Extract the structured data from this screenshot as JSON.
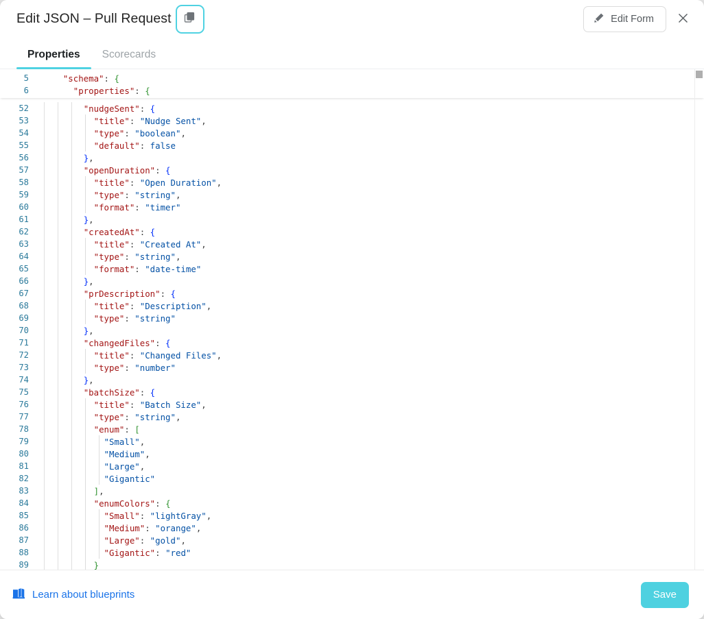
{
  "header": {
    "title": "Edit JSON – Pull Request",
    "copy_icon": "copy-icon",
    "edit_form_label": "Edit Form",
    "pencil_icon": "pencil-icon",
    "close_icon": "close-icon",
    "focus_ring_color": "#4fd2e2"
  },
  "tabs": [
    {
      "label": "Properties",
      "active": true
    },
    {
      "label": "Scorecards",
      "active": false
    }
  ],
  "editor": {
    "sticky_lines": [
      {
        "num": "5",
        "indent": 2,
        "tokens": [
          {
            "t": "\"schema\"",
            "c": "k"
          },
          {
            "t": ": ",
            "c": "p"
          },
          {
            "t": "{",
            "c": "b2"
          }
        ]
      },
      {
        "num": "6",
        "indent": 3,
        "tokens": [
          {
            "t": "\"properties\"",
            "c": "k"
          },
          {
            "t": ": ",
            "c": "p"
          },
          {
            "t": "{",
            "c": "b2"
          }
        ]
      }
    ],
    "lines": [
      {
        "num": "52",
        "indent": 4,
        "tokens": [
          {
            "t": "\"nudgeSent\"",
            "c": "k"
          },
          {
            "t": ": ",
            "c": "p"
          },
          {
            "t": "{",
            "c": "b1"
          }
        ]
      },
      {
        "num": "53",
        "indent": 5,
        "tokens": [
          {
            "t": "\"title\"",
            "c": "k"
          },
          {
            "t": ": ",
            "c": "p"
          },
          {
            "t": "\"Nudge Sent\"",
            "c": "s"
          },
          {
            "t": ",",
            "c": "p"
          }
        ]
      },
      {
        "num": "54",
        "indent": 5,
        "tokens": [
          {
            "t": "\"type\"",
            "c": "k"
          },
          {
            "t": ": ",
            "c": "p"
          },
          {
            "t": "\"boolean\"",
            "c": "s"
          },
          {
            "t": ",",
            "c": "p"
          }
        ]
      },
      {
        "num": "55",
        "indent": 5,
        "tokens": [
          {
            "t": "\"default\"",
            "c": "k"
          },
          {
            "t": ": ",
            "c": "p"
          },
          {
            "t": "false",
            "c": "bl"
          }
        ]
      },
      {
        "num": "56",
        "indent": 4,
        "tokens": [
          {
            "t": "}",
            "c": "b1"
          },
          {
            "t": ",",
            "c": "p"
          }
        ]
      },
      {
        "num": "57",
        "indent": 4,
        "tokens": [
          {
            "t": "\"openDuration\"",
            "c": "k"
          },
          {
            "t": ": ",
            "c": "p"
          },
          {
            "t": "{",
            "c": "b1"
          }
        ]
      },
      {
        "num": "58",
        "indent": 5,
        "tokens": [
          {
            "t": "\"title\"",
            "c": "k"
          },
          {
            "t": ": ",
            "c": "p"
          },
          {
            "t": "\"Open Duration\"",
            "c": "s"
          },
          {
            "t": ",",
            "c": "p"
          }
        ]
      },
      {
        "num": "59",
        "indent": 5,
        "tokens": [
          {
            "t": "\"type\"",
            "c": "k"
          },
          {
            "t": ": ",
            "c": "p"
          },
          {
            "t": "\"string\"",
            "c": "s"
          },
          {
            "t": ",",
            "c": "p"
          }
        ]
      },
      {
        "num": "60",
        "indent": 5,
        "tokens": [
          {
            "t": "\"format\"",
            "c": "k"
          },
          {
            "t": ": ",
            "c": "p"
          },
          {
            "t": "\"timer\"",
            "c": "s"
          }
        ]
      },
      {
        "num": "61",
        "indent": 4,
        "tokens": [
          {
            "t": "}",
            "c": "b1"
          },
          {
            "t": ",",
            "c": "p"
          }
        ]
      },
      {
        "num": "62",
        "indent": 4,
        "tokens": [
          {
            "t": "\"createdAt\"",
            "c": "k"
          },
          {
            "t": ": ",
            "c": "p"
          },
          {
            "t": "{",
            "c": "b1"
          }
        ]
      },
      {
        "num": "63",
        "indent": 5,
        "tokens": [
          {
            "t": "\"title\"",
            "c": "k"
          },
          {
            "t": ": ",
            "c": "p"
          },
          {
            "t": "\"Created At\"",
            "c": "s"
          },
          {
            "t": ",",
            "c": "p"
          }
        ]
      },
      {
        "num": "64",
        "indent": 5,
        "tokens": [
          {
            "t": "\"type\"",
            "c": "k"
          },
          {
            "t": ": ",
            "c": "p"
          },
          {
            "t": "\"string\"",
            "c": "s"
          },
          {
            "t": ",",
            "c": "p"
          }
        ]
      },
      {
        "num": "65",
        "indent": 5,
        "tokens": [
          {
            "t": "\"format\"",
            "c": "k"
          },
          {
            "t": ": ",
            "c": "p"
          },
          {
            "t": "\"date-time\"",
            "c": "s"
          }
        ]
      },
      {
        "num": "66",
        "indent": 4,
        "tokens": [
          {
            "t": "}",
            "c": "b1"
          },
          {
            "t": ",",
            "c": "p"
          }
        ]
      },
      {
        "num": "67",
        "indent": 4,
        "tokens": [
          {
            "t": "\"prDescription\"",
            "c": "k"
          },
          {
            "t": ": ",
            "c": "p"
          },
          {
            "t": "{",
            "c": "b1"
          }
        ]
      },
      {
        "num": "68",
        "indent": 5,
        "tokens": [
          {
            "t": "\"title\"",
            "c": "k"
          },
          {
            "t": ": ",
            "c": "p"
          },
          {
            "t": "\"Description\"",
            "c": "s"
          },
          {
            "t": ",",
            "c": "p"
          }
        ]
      },
      {
        "num": "69",
        "indent": 5,
        "tokens": [
          {
            "t": "\"type\"",
            "c": "k"
          },
          {
            "t": ": ",
            "c": "p"
          },
          {
            "t": "\"string\"",
            "c": "s"
          }
        ]
      },
      {
        "num": "70",
        "indent": 4,
        "tokens": [
          {
            "t": "}",
            "c": "b1"
          },
          {
            "t": ",",
            "c": "p"
          }
        ]
      },
      {
        "num": "71",
        "indent": 4,
        "tokens": [
          {
            "t": "\"changedFiles\"",
            "c": "k"
          },
          {
            "t": ": ",
            "c": "p"
          },
          {
            "t": "{",
            "c": "b1"
          }
        ]
      },
      {
        "num": "72",
        "indent": 5,
        "tokens": [
          {
            "t": "\"title\"",
            "c": "k"
          },
          {
            "t": ": ",
            "c": "p"
          },
          {
            "t": "\"Changed Files\"",
            "c": "s"
          },
          {
            "t": ",",
            "c": "p"
          }
        ]
      },
      {
        "num": "73",
        "indent": 5,
        "tokens": [
          {
            "t": "\"type\"",
            "c": "k"
          },
          {
            "t": ": ",
            "c": "p"
          },
          {
            "t": "\"number\"",
            "c": "s"
          }
        ]
      },
      {
        "num": "74",
        "indent": 4,
        "tokens": [
          {
            "t": "}",
            "c": "b1"
          },
          {
            "t": ",",
            "c": "p"
          }
        ]
      },
      {
        "num": "75",
        "indent": 4,
        "tokens": [
          {
            "t": "\"batchSize\"",
            "c": "k"
          },
          {
            "t": ": ",
            "c": "p"
          },
          {
            "t": "{",
            "c": "b1"
          }
        ]
      },
      {
        "num": "76",
        "indent": 5,
        "tokens": [
          {
            "t": "\"title\"",
            "c": "k"
          },
          {
            "t": ": ",
            "c": "p"
          },
          {
            "t": "\"Batch Size\"",
            "c": "s"
          },
          {
            "t": ",",
            "c": "p"
          }
        ]
      },
      {
        "num": "77",
        "indent": 5,
        "tokens": [
          {
            "t": "\"type\"",
            "c": "k"
          },
          {
            "t": ": ",
            "c": "p"
          },
          {
            "t": "\"string\"",
            "c": "s"
          },
          {
            "t": ",",
            "c": "p"
          }
        ]
      },
      {
        "num": "78",
        "indent": 5,
        "tokens": [
          {
            "t": "\"enum\"",
            "c": "k"
          },
          {
            "t": ": ",
            "c": "p"
          },
          {
            "t": "[",
            "c": "b2"
          }
        ]
      },
      {
        "num": "79",
        "indent": 6,
        "tokens": [
          {
            "t": "\"Small\"",
            "c": "s"
          },
          {
            "t": ",",
            "c": "p"
          }
        ]
      },
      {
        "num": "80",
        "indent": 6,
        "tokens": [
          {
            "t": "\"Medium\"",
            "c": "s"
          },
          {
            "t": ",",
            "c": "p"
          }
        ]
      },
      {
        "num": "81",
        "indent": 6,
        "tokens": [
          {
            "t": "\"Large\"",
            "c": "s"
          },
          {
            "t": ",",
            "c": "p"
          }
        ]
      },
      {
        "num": "82",
        "indent": 6,
        "tokens": [
          {
            "t": "\"Gigantic\"",
            "c": "s"
          }
        ]
      },
      {
        "num": "83",
        "indent": 5,
        "tokens": [
          {
            "t": "]",
            "c": "b2"
          },
          {
            "t": ",",
            "c": "p"
          }
        ]
      },
      {
        "num": "84",
        "indent": 5,
        "tokens": [
          {
            "t": "\"enumColors\"",
            "c": "k"
          },
          {
            "t": ": ",
            "c": "p"
          },
          {
            "t": "{",
            "c": "b2"
          }
        ]
      },
      {
        "num": "85",
        "indent": 6,
        "tokens": [
          {
            "t": "\"Small\"",
            "c": "k"
          },
          {
            "t": ": ",
            "c": "p"
          },
          {
            "t": "\"lightGray\"",
            "c": "s"
          },
          {
            "t": ",",
            "c": "p"
          }
        ]
      },
      {
        "num": "86",
        "indent": 6,
        "tokens": [
          {
            "t": "\"Medium\"",
            "c": "k"
          },
          {
            "t": ": ",
            "c": "p"
          },
          {
            "t": "\"orange\"",
            "c": "s"
          },
          {
            "t": ",",
            "c": "p"
          }
        ]
      },
      {
        "num": "87",
        "indent": 6,
        "tokens": [
          {
            "t": "\"Large\"",
            "c": "k"
          },
          {
            "t": ": ",
            "c": "p"
          },
          {
            "t": "\"gold\"",
            "c": "s"
          },
          {
            "t": ",",
            "c": "p"
          }
        ]
      },
      {
        "num": "88",
        "indent": 6,
        "tokens": [
          {
            "t": "\"Gigantic\"",
            "c": "k"
          },
          {
            "t": ": ",
            "c": "p"
          },
          {
            "t": "\"red\"",
            "c": "s"
          }
        ]
      },
      {
        "num": "89",
        "indent": 5,
        "tokens": [
          {
            "t": "}",
            "c": "b2"
          }
        ]
      }
    ]
  },
  "footer": {
    "learn_label": "Learn about blueprints",
    "book_icon": "book-icon",
    "save_label": "Save",
    "save_color": "#4ed1e0",
    "link_color": "#1a73e8"
  }
}
